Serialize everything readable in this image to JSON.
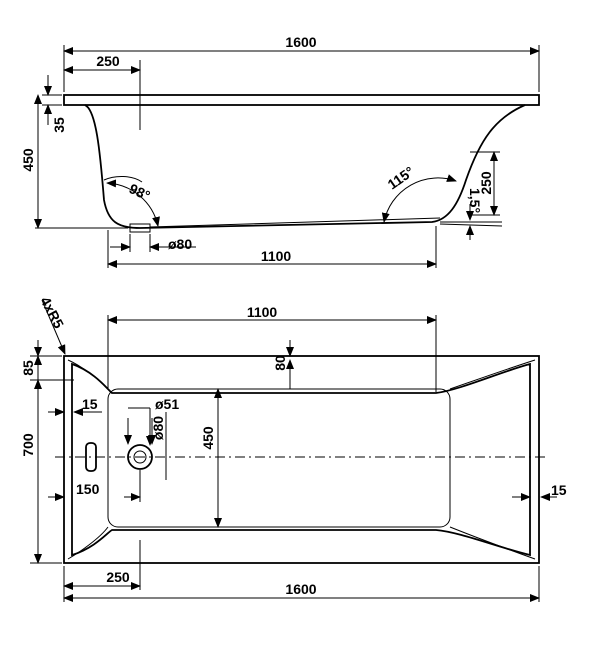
{
  "side_view": {
    "overall_length": "1600",
    "rim_overhang": "250",
    "rim_thickness": "35",
    "height": "450",
    "left_angle": "98°",
    "right_angle": "115°",
    "right_height": "250",
    "slope": "1,5°",
    "drain_diameter": "ø80",
    "inner_length": "1100"
  },
  "top_view": {
    "corner_radius": "4xR5",
    "inner_length": "1100",
    "rim_width": "85",
    "rim_inner": "80",
    "left_offset": "15",
    "overflow_diameter": "ø51",
    "drain_diameter": "ø80",
    "inner_width": "450",
    "overall_width": "700",
    "drain_offset": "150",
    "right_offset": "15",
    "rim_overhang": "250",
    "overall_length": "1600"
  },
  "colors": {
    "line": "#000000",
    "background": "#ffffff"
  }
}
